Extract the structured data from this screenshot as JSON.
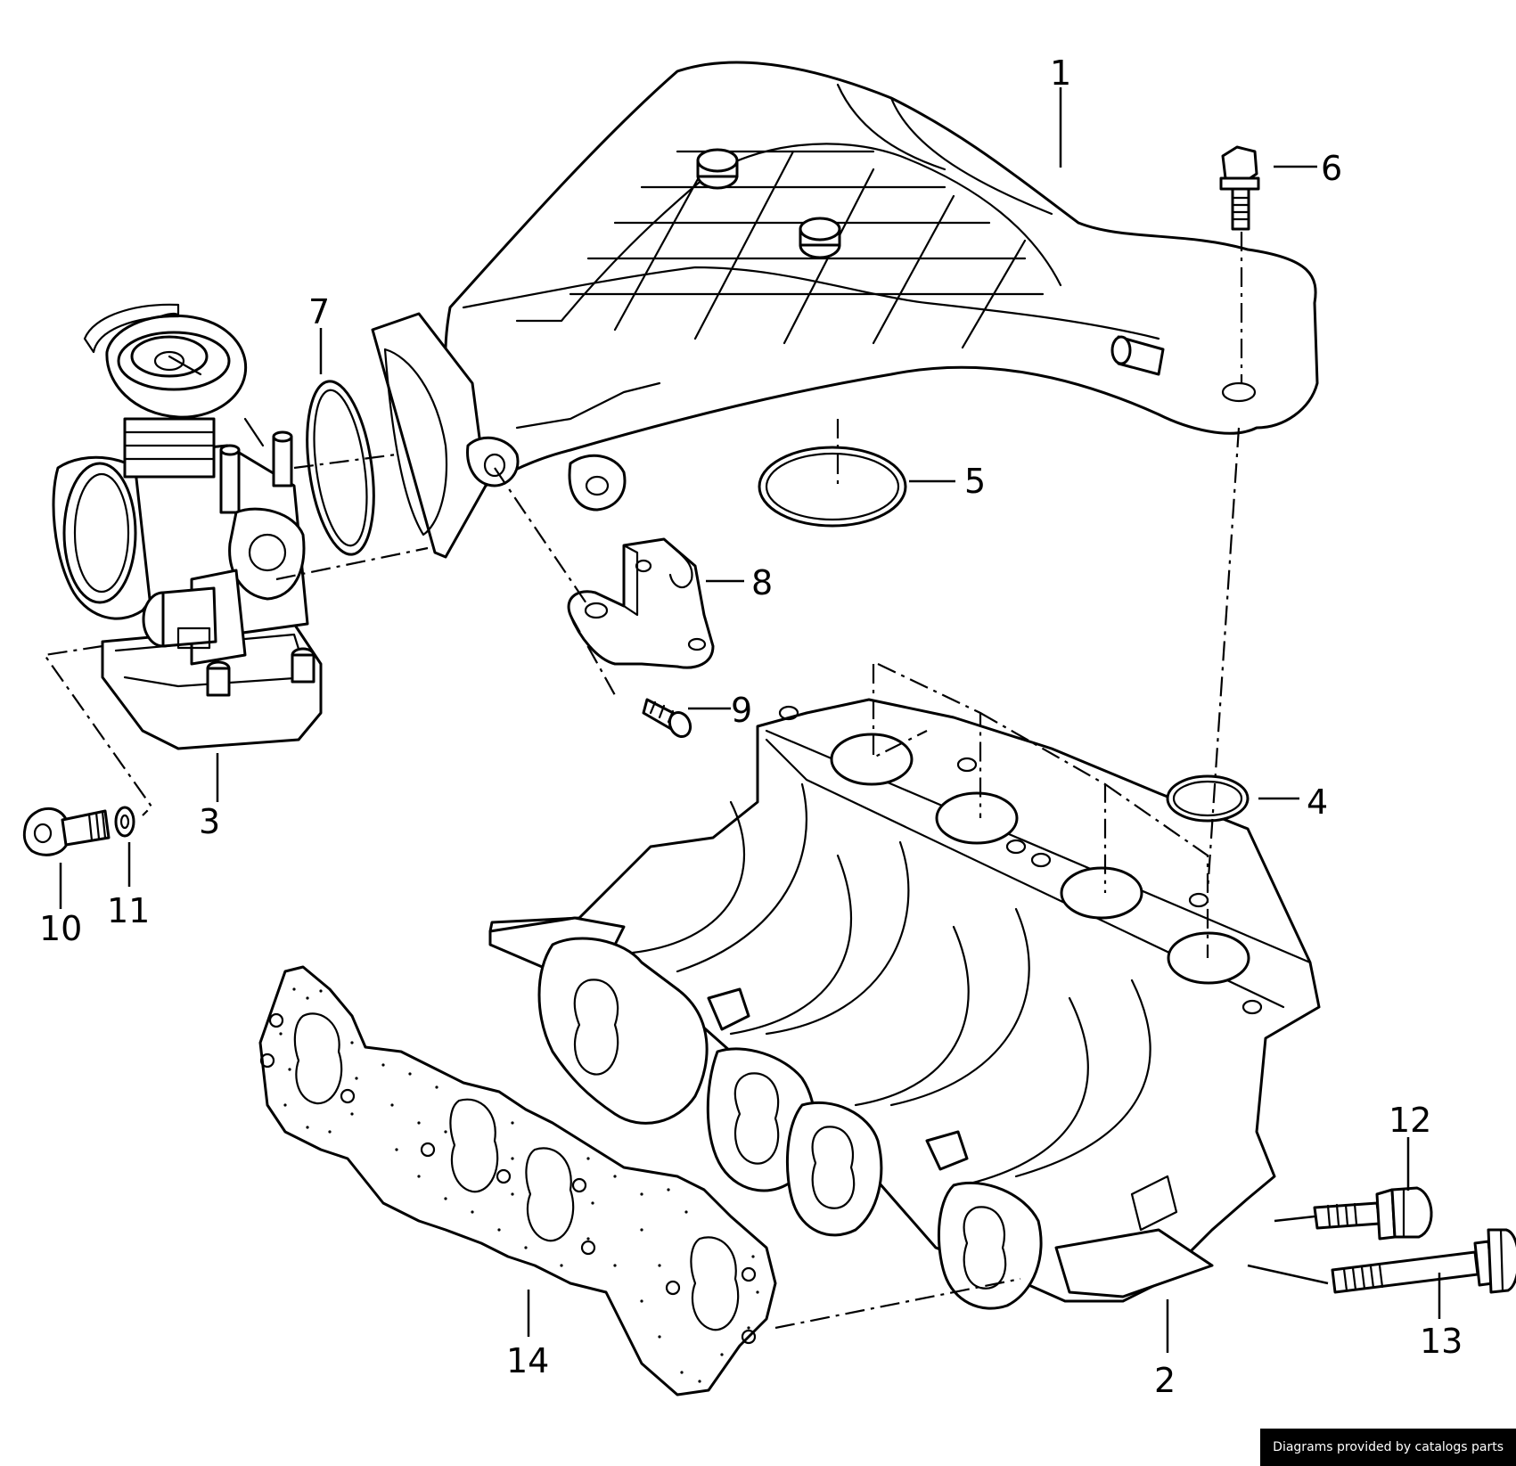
{
  "callouts": {
    "c1": "1",
    "c2": "2",
    "c3": "3",
    "c4": "4",
    "c5": "5",
    "c6": "6",
    "c7": "7",
    "c8": "8",
    "c9": "9",
    "c10": "10",
    "c11": "11",
    "c12": "12",
    "c13": "13",
    "c14": "14"
  },
  "credit": "Diagrams provided by catalogs parts",
  "colors": {
    "line": "#000000",
    "background": "#ffffff",
    "credit_bg": "#000000",
    "credit_text": "#ffffff"
  }
}
